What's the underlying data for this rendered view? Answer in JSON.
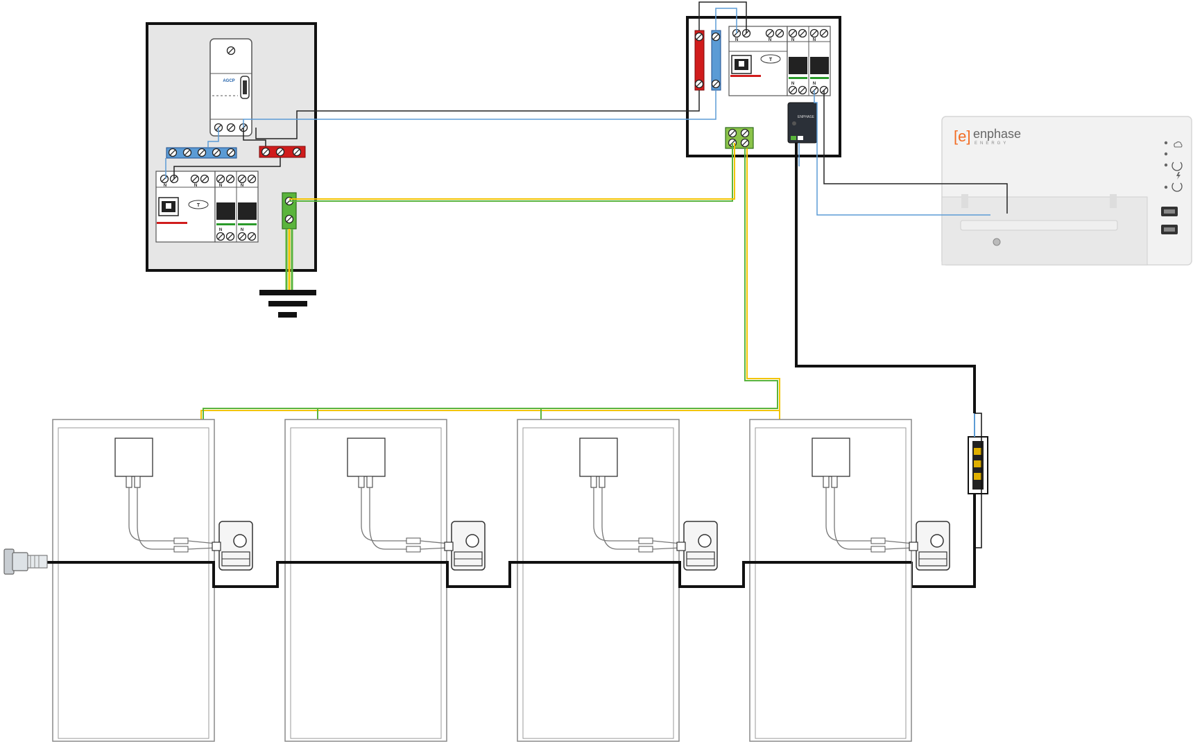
{
  "main_panel": {
    "agcp_label": "AGCP",
    "differential_label": "T",
    "neutral_label": "N"
  },
  "pv_panel": {
    "differential_label": "T",
    "neutral_label": "N",
    "relay_brand": "ENPHASE"
  },
  "gateway": {
    "brand_bracket": "[e]",
    "brand_name": "enphase",
    "brand_sub": "ENERGY"
  },
  "colors": {
    "neutral_blue": "#5b9bd5",
    "phase_red": "#d01c1c",
    "earth_green": "#5ab43c",
    "earth_yellow": "#f2c400",
    "brand_orange": "#f26b22",
    "panel_grey": "#e6e6e6"
  },
  "icons": [
    "ground-symbol-icon",
    "cable-end-cap-icon",
    "junction-box-icon",
    "microinverter-icon",
    "terminal-screw-icon",
    "cloud-icon",
    "usb-port-icon",
    "bolt-icon"
  ],
  "modules_count": 4
}
